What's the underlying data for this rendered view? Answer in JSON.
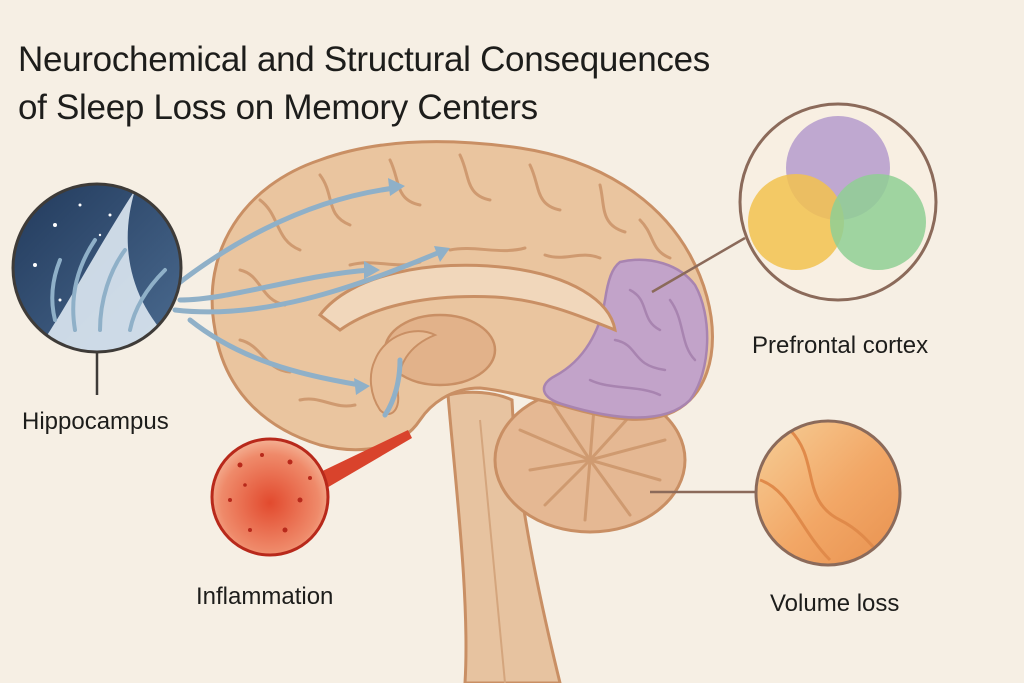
{
  "title": {
    "line1": "Neurochemical and Structural Consequences",
    "line2": "of Sleep Loss on Memory Centers"
  },
  "labels": {
    "hippocampus": "Hippocampus",
    "prefrontal": "Prefrontal cortex",
    "inflammation": "Inflammation",
    "volume_loss": "Volume loss"
  },
  "colors": {
    "background": "#f6efe4",
    "brain": "#eac59f",
    "brain_outline": "#c98f64",
    "prefrontal": "#c2a3c9",
    "arrows": "#8fb0c8",
    "inflammation": "#d9432c",
    "hippocampus_night": "#2b4262",
    "venn_purple": "#b59bcc",
    "venn_yellow": "#f2c24f",
    "venn_green": "#8fcf94"
  }
}
